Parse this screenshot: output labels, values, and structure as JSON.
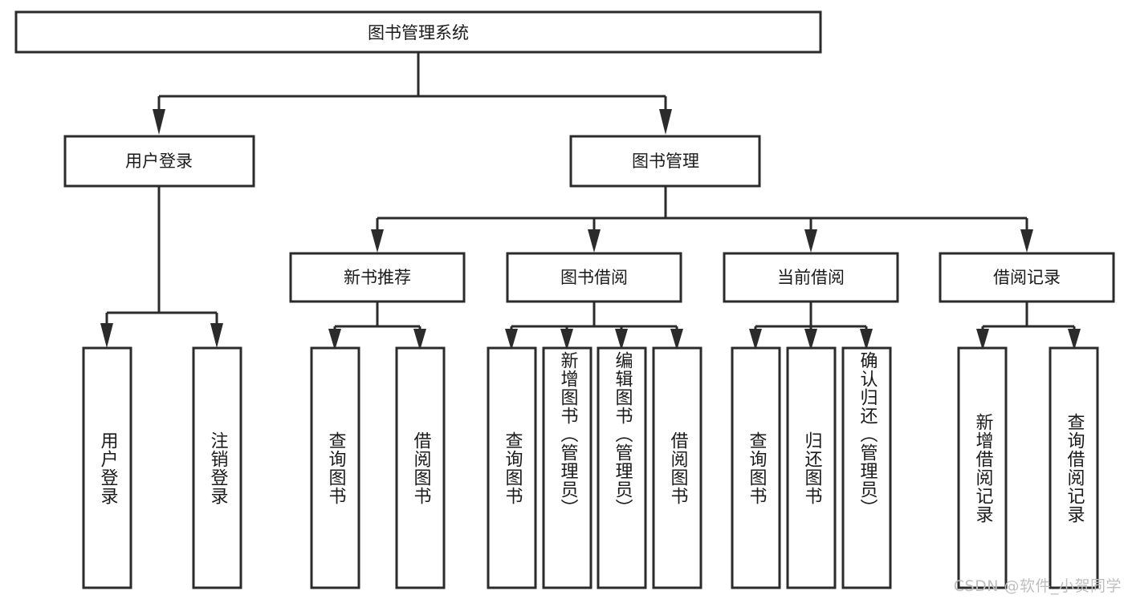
{
  "diagram": {
    "type": "tree",
    "title": "图书管理系统",
    "watermark": "CSDN @软件_小贺同学",
    "colors": {
      "stroke": "#2b2b2b",
      "fill": "#ffffff",
      "text": "#1a1a1a",
      "watermark": "#bfbfbf",
      "background": "#ffffff"
    },
    "root": {
      "label": "图书管理系统",
      "orientation": "horizontal"
    },
    "level2": [
      {
        "label": "用户登录",
        "orientation": "horizontal"
      },
      {
        "label": "图书管理",
        "orientation": "horizontal"
      }
    ],
    "level3": [
      {
        "label": "新书推荐",
        "orientation": "horizontal",
        "parent": "图书管理"
      },
      {
        "label": "图书借阅",
        "orientation": "horizontal",
        "parent": "图书管理"
      },
      {
        "label": "当前借阅",
        "orientation": "horizontal",
        "parent": "图书管理"
      },
      {
        "label": "借阅记录",
        "orientation": "horizontal",
        "parent": "图书管理"
      }
    ],
    "leaves": [
      {
        "label": "用户登录",
        "orientation": "vertical",
        "parent": "用户登录",
        "align": "middle"
      },
      {
        "label": "注销登录",
        "orientation": "vertical",
        "parent": "用户登录",
        "align": "middle"
      },
      {
        "label": "查询图书",
        "orientation": "vertical",
        "parent": "新书推荐",
        "align": "middle"
      },
      {
        "label": "借阅图书",
        "orientation": "vertical",
        "parent": "新书推荐",
        "align": "middle"
      },
      {
        "label": "查询图书",
        "orientation": "vertical",
        "parent": "图书借阅",
        "align": "middle"
      },
      {
        "label": "新增图书（管理员）",
        "orientation": "vertical",
        "parent": "图书借阅",
        "align": "top"
      },
      {
        "label": "编辑图书（管理员）",
        "orientation": "vertical",
        "parent": "图书借阅",
        "align": "top"
      },
      {
        "label": "借阅图书",
        "orientation": "vertical",
        "parent": "图书借阅",
        "align": "middle"
      },
      {
        "label": "查询图书",
        "orientation": "vertical",
        "parent": "当前借阅",
        "align": "middle"
      },
      {
        "label": "归还图书",
        "orientation": "vertical",
        "parent": "当前借阅",
        "align": "middle"
      },
      {
        "label": "确认归还（管理员）",
        "orientation": "vertical",
        "parent": "当前借阅",
        "align": "top"
      },
      {
        "label": "新增借阅记录",
        "orientation": "vertical",
        "parent": "借阅记录",
        "align": "middle"
      },
      {
        "label": "查询借阅记录",
        "orientation": "vertical",
        "parent": "借阅记录",
        "align": "middle"
      }
    ]
  }
}
